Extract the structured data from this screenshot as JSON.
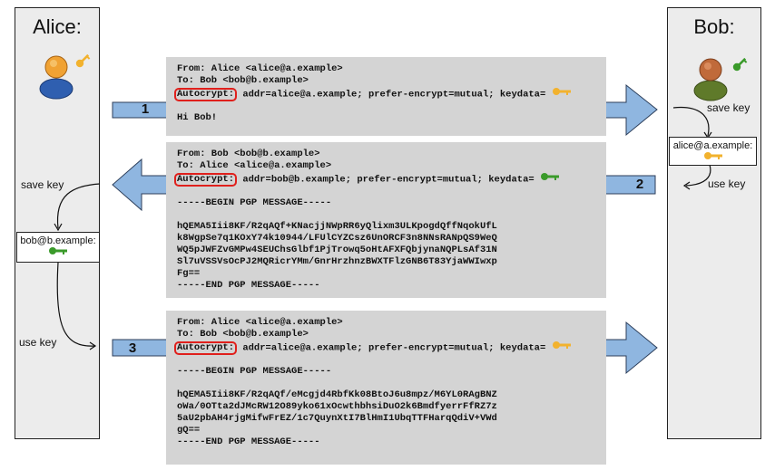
{
  "alice": {
    "title": "Alice:"
  },
  "bob": {
    "title": "Bob:"
  },
  "messages": [
    {
      "step": "1",
      "from": "From: Alice <alice@a.example>",
      "to": "To: Bob <bob@b.example>",
      "autocrypt": "Autocrypt:",
      "header_rest": " addr=alice@a.example; prefer-encrypt=mutual; keydata=",
      "body": "Hi Bob!",
      "key_color": "#f2b22e"
    },
    {
      "step": "2",
      "from": "From: Bob <bob@b.example>",
      "to": "To: Alice <alice@a.example>",
      "autocrypt": "Autocrypt:",
      "header_rest": " addr=bob@b.example; prefer-encrypt=mutual; keydata=",
      "begin": "-----BEGIN PGP MESSAGE-----",
      "lines": [
        "hQEMA5Iii8KF/R2qAQf+KNacjjNWpRR6yQlixm3ULKpogdQffNqokUfL",
        "k8WgpSe7q1KOxY74k10944/LFUlCYZCsz6UnORCF3n8NNsRANpQS9WeQ",
        "WQ5pJWFZvGMPw4SEUChsGlbf1PjTrowq5oHtAFXFQbjynaNQPLsAf31N",
        "Sl7uVSSVsOcPJ2MQRicrYMm/GnrHrzhnzBWXTFlzGNB6T83YjaWWIwxp",
        "Fg=="
      ],
      "end": "-----END PGP MESSAGE-----",
      "key_color": "#3a9a2a"
    },
    {
      "step": "3",
      "from": "From: Alice <alice@a.example>",
      "to": "To: Bob <bob@b.example>",
      "autocrypt": "Autocrypt:",
      "header_rest": " addr=alice@a.example; prefer-encrypt=mutual; keydata=",
      "begin": "-----BEGIN PGP MESSAGE-----",
      "lines": [
        "hQEMA5Iii8KF/R2qAQf/eMcgjd4RbfKk08BtoJ6u8mpz/M6YL0RAgBNZ",
        "oWa/0OTta2dJMcRW12O89yko61xOcwthbhsiDuO2k6BmdfyerrFfRZ7z",
        "5aU2pbAH4rjgMifwFrEZ/1c7QuynXtI7BlHmI1UbqTTFHarqQdiV+VWd",
        "gQ=="
      ],
      "end": "-----END PGP MESSAGE-----",
      "key_color": "#f2b22e"
    }
  ],
  "bob_side": {
    "save_key": "save key",
    "stored_key": "alice@a.example:",
    "use_key": "use key"
  },
  "alice_side": {
    "save_key": "save key",
    "stored_key": "bob@b.example:",
    "use_key": "use key"
  },
  "colors": {
    "arrow_fill": "#8fb6e0",
    "arrow_stroke": "#2c3e5a",
    "autocrypt_box": "#e0201c",
    "alice_key": "#f2b22e",
    "bob_key": "#3a9a2a"
  }
}
